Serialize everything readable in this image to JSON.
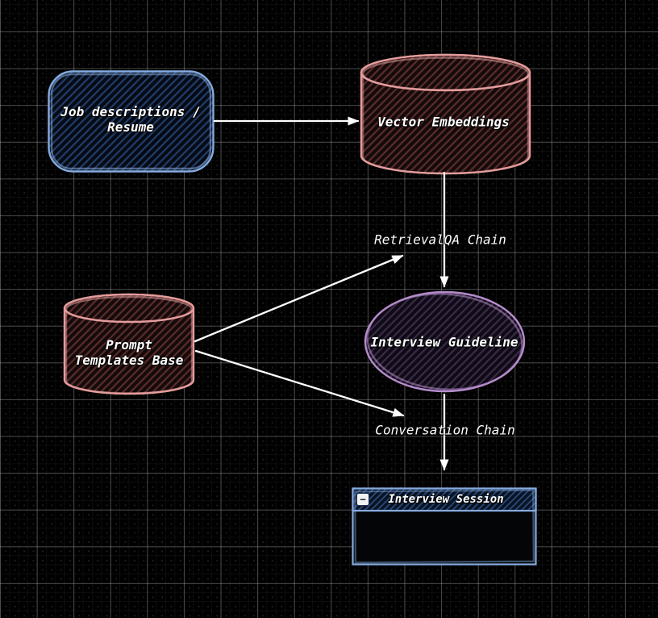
{
  "colors": {
    "background": "#000000",
    "grid_major": "#3f3f3f",
    "grid_minor": "#161616",
    "blue": "#86abdf",
    "pink": "#e49c9c",
    "purple": "#b48ccb",
    "hatch_blue": "#203c69",
    "hatch_red": "#5a2b2b",
    "hatch_purple": "#392b47",
    "hatch_titlebar": "#2a4e82",
    "arrow": "#ffffff",
    "text": "#ffffff"
  },
  "nodes": {
    "job_descriptions": {
      "shape": "rounded-rectangle",
      "line1": "Job descriptions /",
      "line2": "Resume"
    },
    "vector_embeddings": {
      "shape": "cylinder",
      "label": "Vector Embeddings"
    },
    "prompt_templates": {
      "shape": "cylinder",
      "line1": "Prompt",
      "line2": "Templates Base"
    },
    "interview_guideline": {
      "shape": "ellipse",
      "label": "Interview Guideline"
    },
    "interview_session": {
      "shape": "titled-window",
      "label": "Interview Session",
      "minimize_glyph": "−"
    }
  },
  "edge_labels": {
    "retrievalqa": "RetrievalQA Chain",
    "conversation": "Conversation Chain"
  },
  "edges": [
    {
      "from": "Job descriptions / Resume",
      "to": "Vector Embeddings"
    },
    {
      "from": "Vector Embeddings",
      "to": "Interview Guideline"
    },
    {
      "from": "Prompt Templates Base",
      "to_label": "RetrievalQA Chain"
    },
    {
      "from": "Prompt Templates Base",
      "to_label": "Conversation Chain"
    },
    {
      "from": "Interview Guideline",
      "to": "Interview Session"
    }
  ]
}
